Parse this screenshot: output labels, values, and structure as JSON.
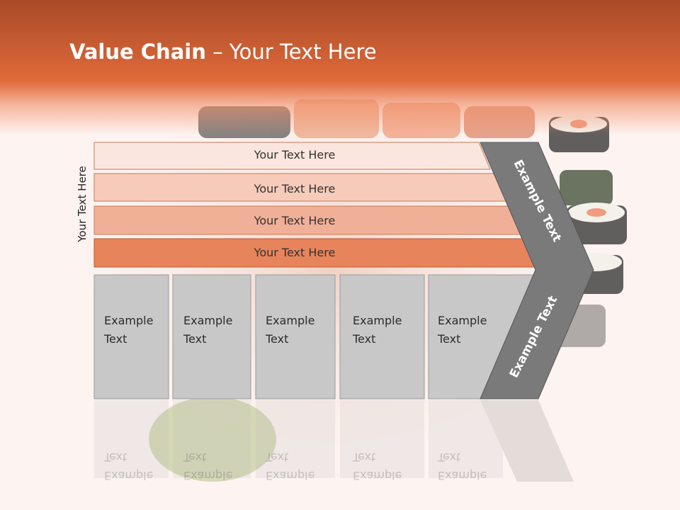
{
  "header": {
    "title_bold": "Value Chain",
    "title_rest": " – Your Text Here"
  },
  "side_label": "Your Text Here",
  "bars": [
    {
      "label": "Your Text Here",
      "color": "#fbe6df"
    },
    {
      "label": "Your Text Here",
      "color": "#f6cbb9"
    },
    {
      "label": "Your Text Here",
      "color": "#f0b097"
    },
    {
      "label": "Your Text Here",
      "color": "#e8845c"
    }
  ],
  "boxes": [
    {
      "line1": "Example",
      "line2": "Text"
    },
    {
      "line1": "Example",
      "line2": "Text"
    },
    {
      "line1": "Example",
      "line2": "Text"
    },
    {
      "line1": "Example",
      "line2": "Text"
    },
    {
      "line1": "Example",
      "line2": "Text"
    }
  ],
  "chevron": {
    "top_label": "Example Text",
    "bottom_label": "Example Text",
    "color": "#7a7a7a"
  },
  "colors": {
    "box_fill": "#c8c8c8",
    "box_stroke": "#9a9a9a",
    "header": "#e06a3a"
  }
}
